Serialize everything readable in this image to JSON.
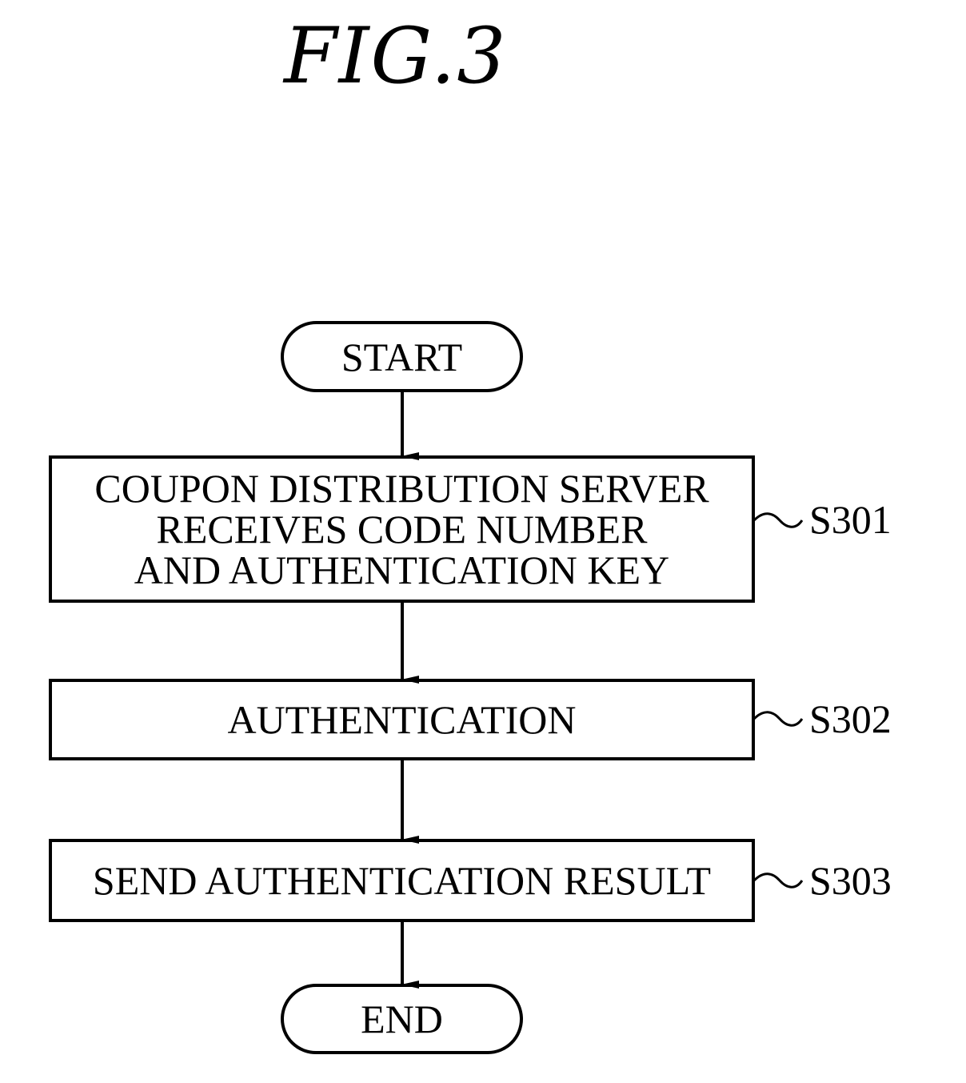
{
  "figure": {
    "title": "FIG.3"
  },
  "flowchart": {
    "start_label": "START",
    "end_label": "END",
    "steps": [
      {
        "id": "S301",
        "lines": [
          "COUPON DISTRIBUTION SERVER",
          "RECEIVES CODE NUMBER",
          "AND AUTHENTICATION KEY"
        ]
      },
      {
        "id": "S302",
        "lines": [
          "AUTHENTICATION"
        ]
      },
      {
        "id": "S303",
        "lines": [
          "SEND AUTHENTICATION RESULT"
        ]
      }
    ]
  }
}
